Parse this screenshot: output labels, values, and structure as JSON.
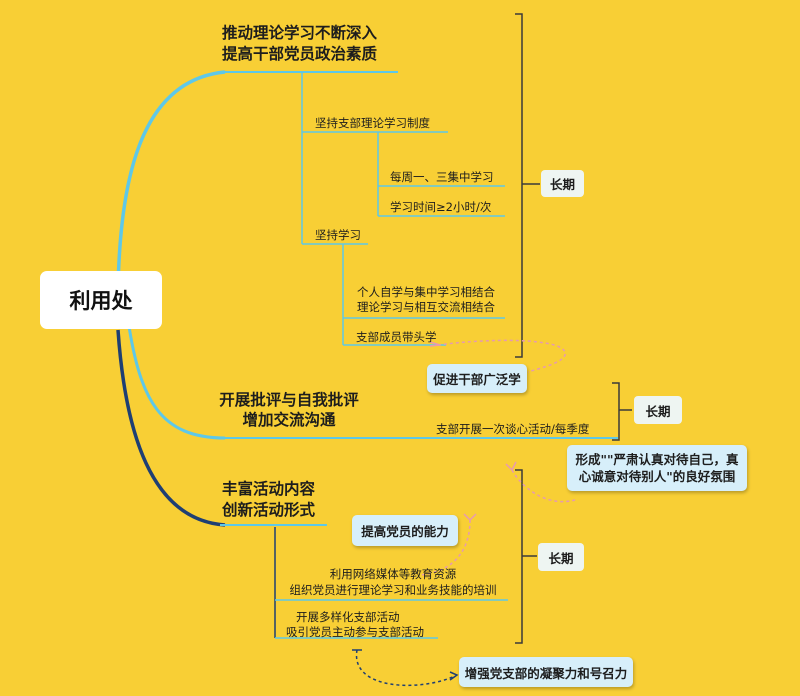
{
  "root": {
    "label": "利用处"
  },
  "branch1": {
    "line1": "推动理论学习不断深入",
    "line2": "提高干部党员政治素质",
    "sub1": {
      "label": "坚持支部理论学习制度",
      "items": [
        "每周一、三集中学习",
        "学习时间≥2小时/次"
      ]
    },
    "sub2": {
      "label": "坚持学习",
      "item1_line1": "个人自学与集中学习相结合",
      "item1_line2": "理论学习与相互交流相结合",
      "item2": "支部成员带头学"
    },
    "callout": "促进干部广泛学",
    "tag": "长期"
  },
  "branch2": {
    "line1": "开展批评与自我批评",
    "line2": "增加交流沟通",
    "item": "支部开展一次谈心活动/每季度",
    "tag": "长期",
    "callout_line1": "形成\"\"严肃认真对待自己，真",
    "callout_line2": "心诚意对待别人\"的良好氛围"
  },
  "branch3": {
    "line1": "丰富活动内容",
    "line2": "创新活动形式",
    "callout1": "提高党员的能力",
    "item1_line1": "利用网络媒体等教育资源",
    "item1_line2": "组织党员进行理论学习和业务技能的培训",
    "item2_line1": "开展多样化支部活动",
    "item2_line2": "吸引党员主动参与支部活动",
    "tag": "长期",
    "callout2": "增强党支部的凝聚力和号召力"
  },
  "colors": {
    "background": "#f8cf35",
    "line": "#5ec8e8",
    "dark_line": "#1f3f73",
    "callout": "#d7effa",
    "dotted": "#e79ab0"
  }
}
